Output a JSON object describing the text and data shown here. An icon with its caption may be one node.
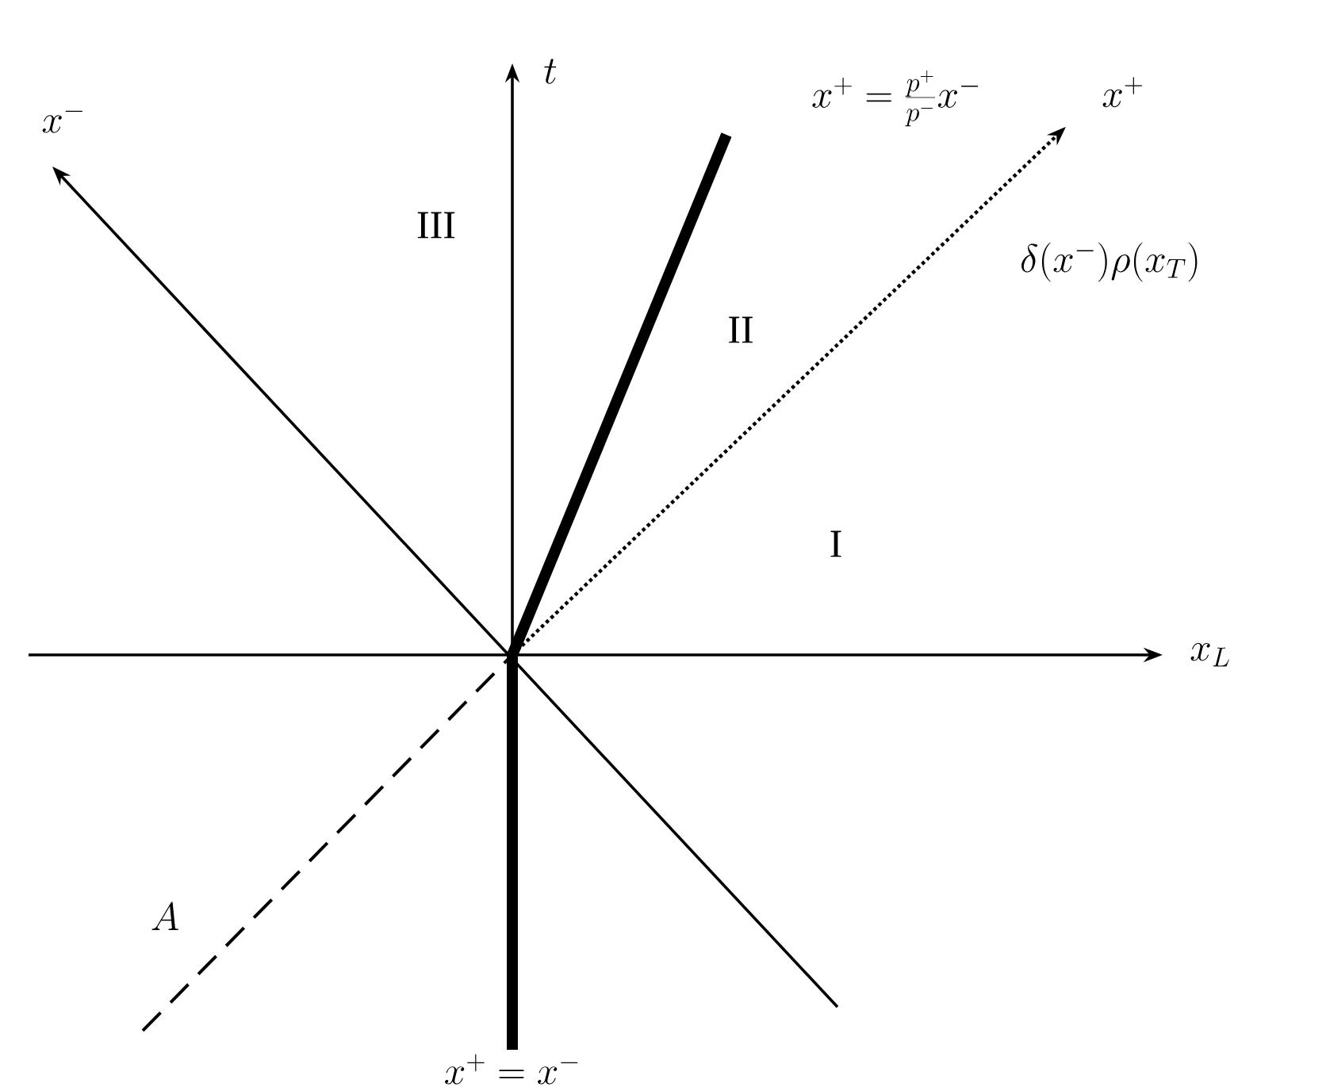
{
  "diagram": {
    "labels": [
      "t",
      "x^+ = \\frac{p^+}{p^-}x^-",
      "x^+",
      "x^-",
      "III",
      "\\delta(x^-)\\rho(x_T)",
      "II",
      "I",
      "x_L",
      "A",
      "x^+ = x^-"
    ]
  }
}
